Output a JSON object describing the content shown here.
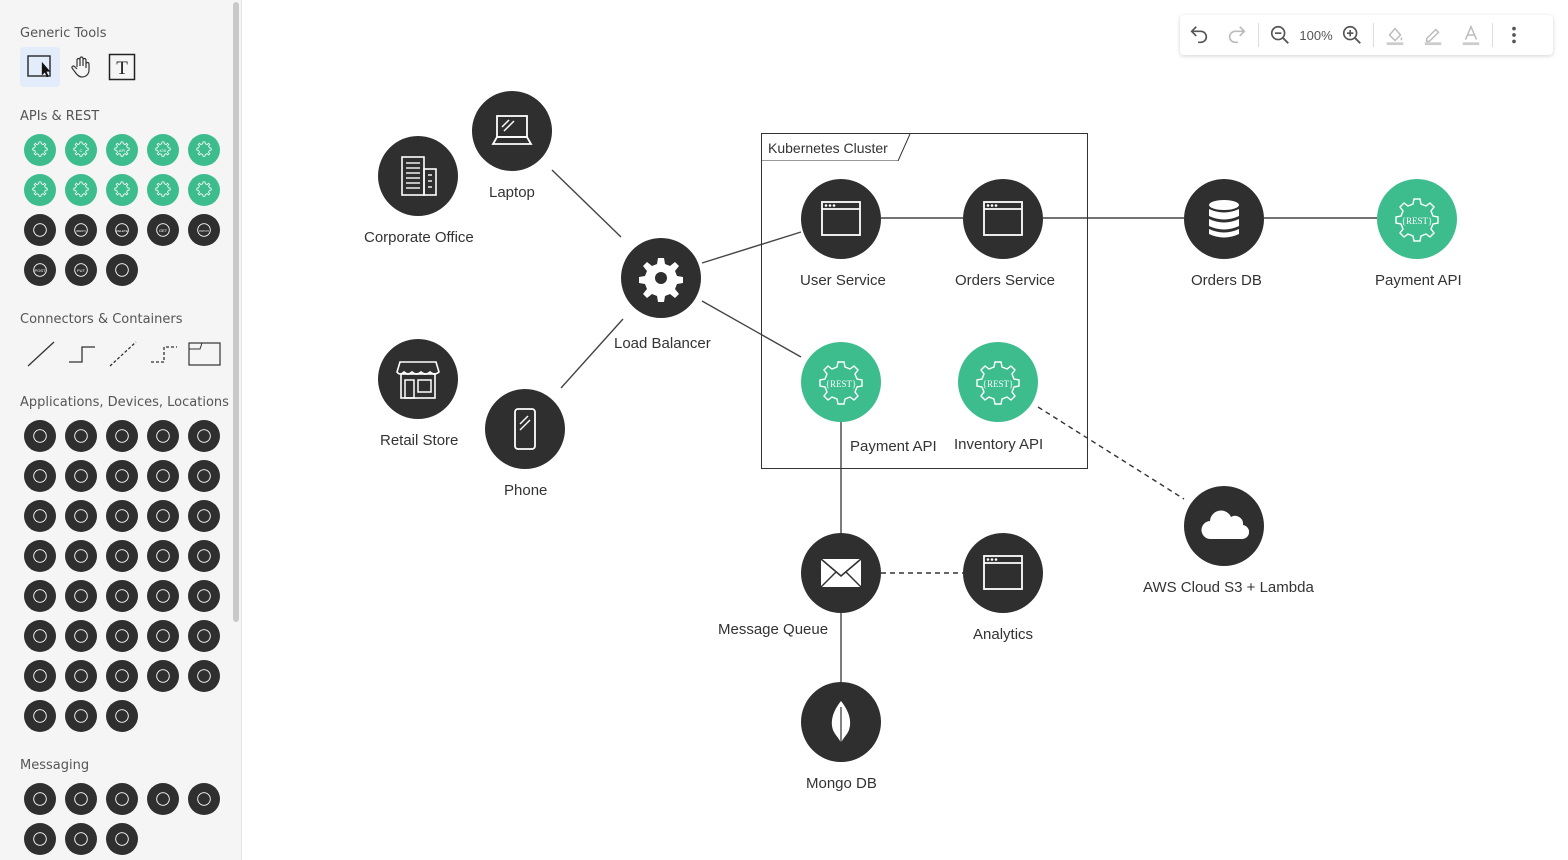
{
  "sidebar": {
    "sections": {
      "generic_tools": "Generic Tools",
      "apis_rest": "APIs & REST",
      "connectors": "Connectors & Containers",
      "applications": "Applications, Devices, Locations",
      "messaging": "Messaging"
    },
    "tools": [
      {
        "name": "select-tool-icon"
      },
      {
        "name": "pan-hand-icon"
      },
      {
        "name": "text-tool-icon",
        "glyph": "T"
      }
    ],
    "api_icons": [
      {
        "icon": "gear-icon",
        "color": "green"
      },
      {
        "icon": "c-gear-icon",
        "color": "green",
        "glyph": "C"
      },
      {
        "icon": "api-gear-icon",
        "color": "green",
        "glyph": "API"
      },
      {
        "icon": "ios-gear-icon",
        "color": "green",
        "glyph": "iOS"
      },
      {
        "icon": "android-gear-icon",
        "color": "green"
      },
      {
        "icon": "dotnet-gear-icon",
        "color": "green"
      },
      {
        "icon": "js-gear-icon",
        "color": "green"
      },
      {
        "icon": "node-gear-icon",
        "color": "green"
      },
      {
        "icon": "python-gear-icon",
        "color": "green"
      },
      {
        "icon": "rest-gear-icon",
        "color": "green"
      },
      {
        "icon": "swagger-icon",
        "color": "dark"
      },
      {
        "icon": "rest-icon",
        "color": "dark",
        "glyph": "{REST}"
      },
      {
        "icon": "delete-icon",
        "color": "dark",
        "glyph": "DELETE"
      },
      {
        "icon": "get-icon",
        "color": "dark",
        "glyph": "GET"
      },
      {
        "icon": "patch-icon",
        "color": "dark",
        "glyph": "PATCH"
      },
      {
        "icon": "post-icon",
        "color": "dark",
        "glyph": "POST"
      },
      {
        "icon": "put-icon",
        "color": "dark",
        "glyph": "PUT"
      },
      {
        "icon": "no-api-icon",
        "color": "dark"
      }
    ],
    "connectors": [
      {
        "name": "straight-line-connector-icon"
      },
      {
        "name": "elbow-connector-icon"
      },
      {
        "name": "dashed-line-connector-icon"
      },
      {
        "name": "dashed-elbow-connector-icon"
      },
      {
        "name": "container-icon"
      }
    ],
    "app_icons": [
      "browser-window-icon",
      "bar-chart-icon",
      "cubes-icon",
      "network-hub-icon",
      "bank-icon",
      "factory-icon",
      "government-building-icon",
      "museum-icon",
      "hospital-icon",
      "office-building-icon",
      "apartment-icon",
      "store-icon",
      "warehouse-icon",
      "security-camera-icon",
      "car-icon",
      "shopping-cart-icon",
      "cloud-icon",
      "credit-card-icon",
      "database-icon",
      "desktop-icon",
      "laptop-icon",
      "phone-icon",
      "server-icon",
      "server-rack-icon",
      "tablet-icon",
      "folder-icon",
      "gear-icon",
      "gears-icon",
      "iot-camera-icon",
      "iot-car-icon",
      "iot-thermometer-icon",
      "iot-truck-icon",
      "lock-icon",
      "pie-chart-icon",
      "thermometer-icon",
      "truck-icon",
      "broadcast-icon",
      "antenna-tower-icon"
    ],
    "messaging_icons": [
      "message-router-icon",
      "envelope-icon",
      "message-broadcast-icon",
      "message-channel-icon",
      "json-message-icon",
      "xml-message-icon",
      "message-exchange-icon",
      "message-shuffle-icon"
    ]
  },
  "toolbar": {
    "zoom": "100%",
    "buttons": [
      "undo-icon",
      "redo-icon",
      "zoom-out-icon",
      "zoom-in-icon",
      "fill-color-icon",
      "line-color-icon",
      "text-color-icon",
      "more-menu-icon"
    ]
  },
  "diagram": {
    "cluster_title": "Kubernetes Cluster",
    "nodes": {
      "corporate_office": "Corporate Office",
      "laptop": "Laptop",
      "retail_store": "Retail Store",
      "phone": "Phone",
      "load_balancer": "Load Balancer",
      "user_service": "User Service",
      "orders_service": "Orders Service",
      "orders_db": "Orders DB",
      "payment_api_external": "Payment API",
      "payment_api_internal": "Payment API",
      "inventory_api": "Inventory API",
      "aws_cloud": "AWS Cloud S3 + Lambda",
      "message_queue": "Message Queue",
      "analytics": "Analytics",
      "mongo_db": "Mongo DB"
    }
  }
}
